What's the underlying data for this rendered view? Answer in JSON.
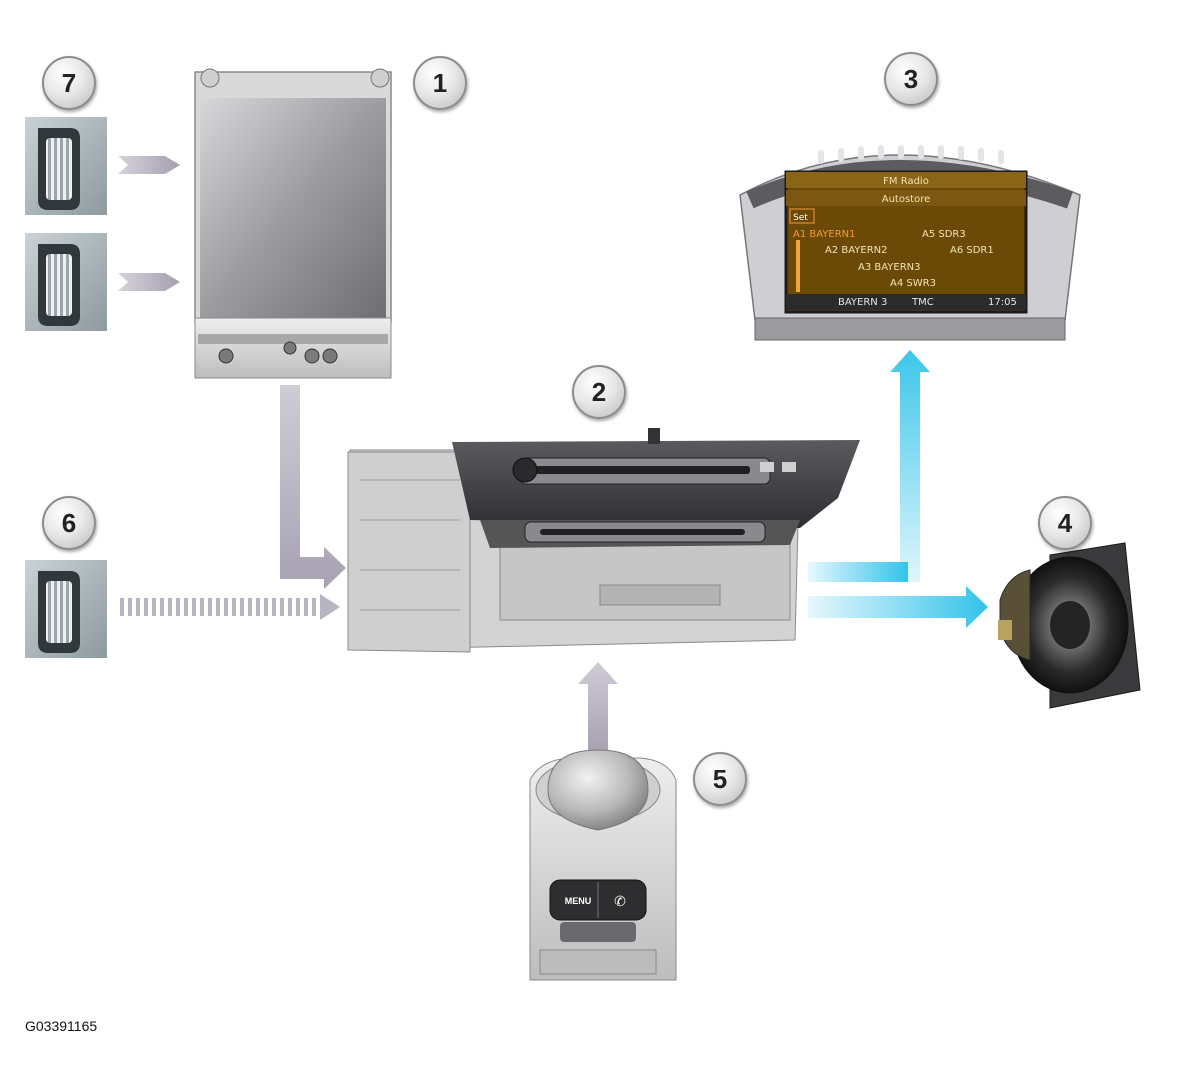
{
  "figure_code": "G03391165",
  "callouts": {
    "c1": "1",
    "c2": "2",
    "c3": "3",
    "c4": "4",
    "c5": "5",
    "c6": "6",
    "c7": "7"
  },
  "display": {
    "source": "FM Radio",
    "menu": "Autostore",
    "set_label": "Set",
    "stations": {
      "a1": "A1 BAYERN1",
      "a2": "A2 BAYERN2",
      "a3": "A3 BAYERN3",
      "a4": "A4 SWR3",
      "a5": "A5 SDR3",
      "a6": "A6 SDR1"
    },
    "status": {
      "station": "BAYERN 3",
      "tmc": "TMC",
      "time": "17:05"
    }
  },
  "controller": {
    "menu_label": "MENU"
  },
  "colors": {
    "grey_arrow": "#bdb8c6",
    "cyan_arrow": "#3cc6ea",
    "screen_bg": "#6b4a08",
    "screen_text": "#f3e2b0",
    "highlight": "#f29a3a"
  }
}
